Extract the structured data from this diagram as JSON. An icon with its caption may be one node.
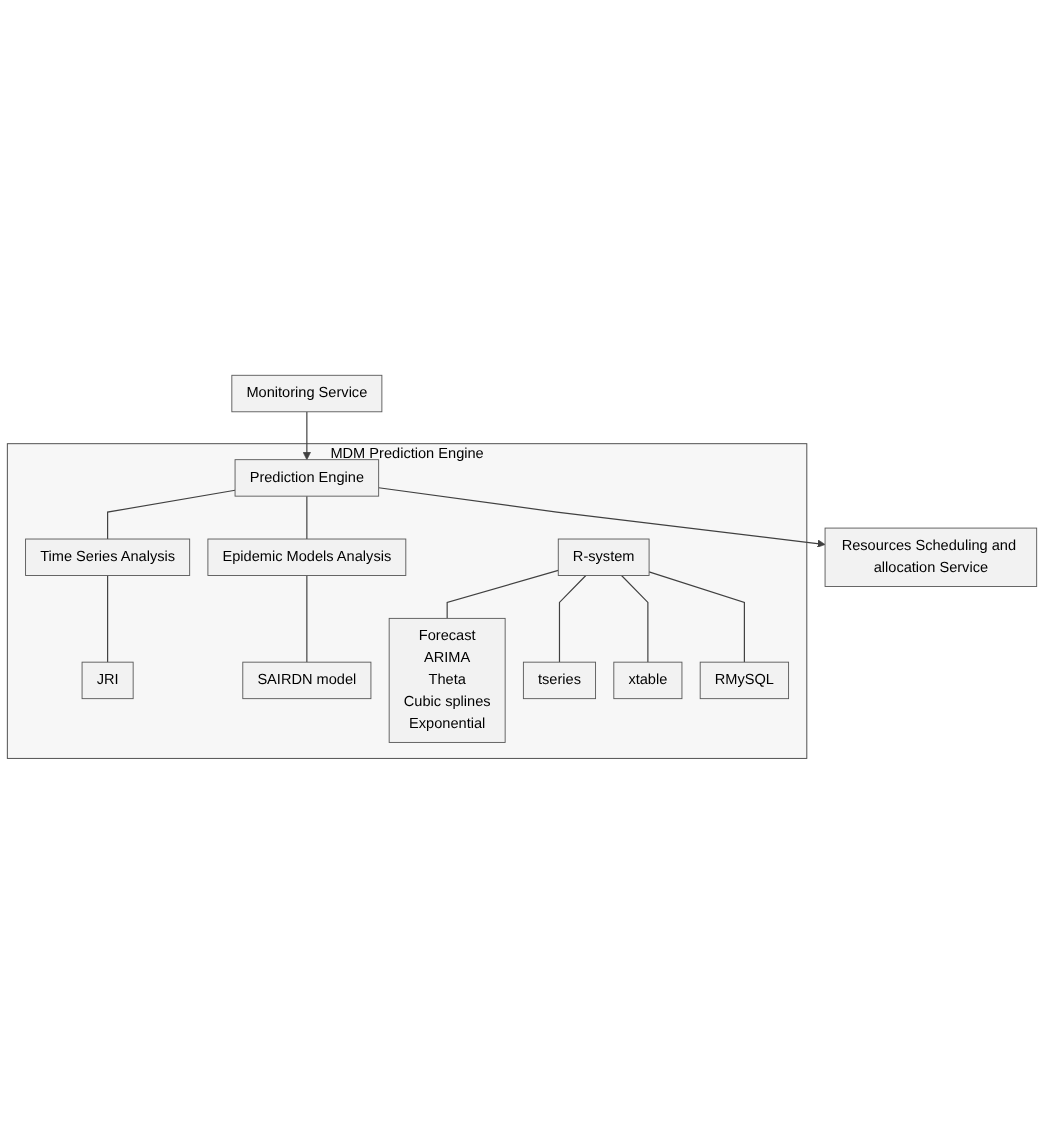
{
  "diagram": {
    "nodes": [
      {
        "text": [
          "Resources Scheduling and allocation Service"
        ]
      },
      {
        "text": [
          "Monitoring Service"
        ]
      },
      {
        "text": [
          "MDM Prediction Engine"
        ]
      },
      {
        "text": [
          "Prediction Engine"
        ],
        "in": 2
      },
      {
        "text": [
          "Time Series Analysis"
        ],
        "in": 2
      },
      {
        "text": [
          "Epidemic Models Analysis"
        ],
        "in": 2
      },
      {
        "text": [
          "JRI"
        ],
        "in": 2
      },
      {
        "text": [
          "SAIRDN model"
        ],
        "in": 2
      },
      {
        "text": [
          "R-system"
        ],
        "in": 2
      },
      {
        "text": [
          "Forecast",
          "ARIMA",
          "Theta",
          "Cubic splines",
          "Exponential"
        ],
        "in": 2
      },
      {
        "text": [
          "tseries"
        ],
        "in": 2
      },
      {
        "text": [
          "xtable"
        ],
        "in": 2
      },
      {
        "text": [
          "RMySQL"
        ],
        "in": 2
      }
    ],
    "edges": [
      {
        "from": 3,
        "to": 0,
        "arrow": "to"
      },
      {
        "from": 1,
        "to": 3,
        "arrow": "to"
      },
      {
        "from": 3,
        "to": 4,
        "arrow": "none"
      },
      {
        "from": 3,
        "to": 5,
        "arrow": "none"
      },
      {
        "from": 4,
        "to": 6,
        "arrow": "none"
      },
      {
        "from": 5,
        "to": 7,
        "arrow": "none"
      },
      {
        "from": 8,
        "to": 9,
        "arrow": "none"
      },
      {
        "from": 8,
        "to": 10,
        "arrow": "none"
      },
      {
        "from": 8,
        "to": 11,
        "arrow": "none"
      },
      {
        "from": 8,
        "to": 12,
        "arrow": "none"
      }
    ]
  }
}
